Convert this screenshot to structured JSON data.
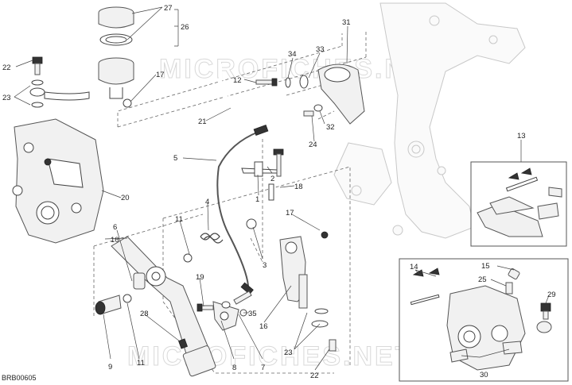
{
  "diagram": {
    "reference_code": "BRB00605",
    "watermark": "MICROFICHES.NET",
    "callouts": {
      "c1": "1",
      "c2": "2",
      "c3": "3",
      "c4": "4",
      "c5": "5",
      "c6": "6",
      "c7": "7",
      "c8": "8",
      "c9": "9",
      "c10": "10",
      "c11a": "11",
      "c11b": "11",
      "c12": "12",
      "c13": "13",
      "c14": "14",
      "c15": "15",
      "c16": "16",
      "c17a": "17",
      "c17b": "17",
      "c18": "18",
      "c19": "19",
      "c20": "20",
      "c21": "21",
      "c22a": "22",
      "c22b": "22",
      "c23a": "23",
      "c23b": "23",
      "c24": "24",
      "c25": "25",
      "c26": "26",
      "c27": "27",
      "c28": "28",
      "c29": "29",
      "c30": "30",
      "c31": "31",
      "c32": "32",
      "c33": "33",
      "c34": "34",
      "c35": "35"
    }
  }
}
